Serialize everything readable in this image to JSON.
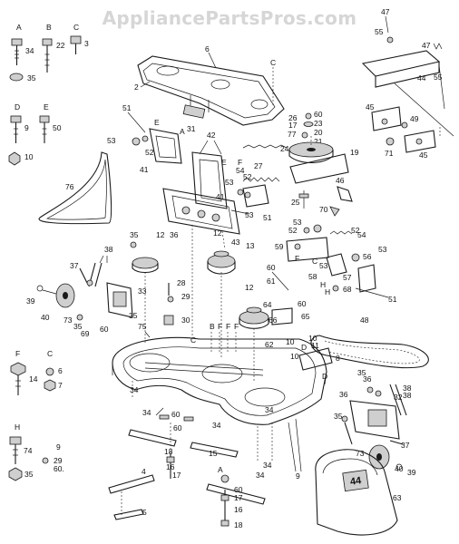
{
  "watermark": "AppliancePartsPros.com",
  "letters": {
    "A": "A",
    "B": "B",
    "C": "C",
    "D": "D",
    "E": "E",
    "F": "F",
    "H": "H"
  },
  "callouts": {
    "n2": "2",
    "n3": "3",
    "n4": "4",
    "n5": "5",
    "n6": "6",
    "n7": "7",
    "n8": "8",
    "n9": "9",
    "n10": "10",
    "n11": "11",
    "n12": "12",
    "n13": "13",
    "n14": "14",
    "n15": "15",
    "n16": "16",
    "n17": "17",
    "n18": "18",
    "n19": "19",
    "n20": "20",
    "n21": "21",
    "n22": "22",
    "n23": "23",
    "n24": "24",
    "n25": "25",
    "n26": "26",
    "n27": "27",
    "n28": "28",
    "n29": "29",
    "n30": "30",
    "n31": "31",
    "n32": "32",
    "n33": "33",
    "n34": "34",
    "n35": "35",
    "n36": "36",
    "n37": "37",
    "n38": "38",
    "n39": "39",
    "n40": "40",
    "n41": "41",
    "n42": "42",
    "n43": "43",
    "n44": "44",
    "n45": "45",
    "n46": "46",
    "n47": "47",
    "n48": "48",
    "n49": "49",
    "n50": "50",
    "n51": "51",
    "n52": "52",
    "n53": "53",
    "n54": "54",
    "n55": "55",
    "n56": "56",
    "n57": "57",
    "n58": "58",
    "n59": "59",
    "n60": "60",
    "n60b": "60.",
    "n61": "61",
    "n62": "62",
    "n63": "63",
    "n64": "64",
    "n65": "65",
    "n66": "66",
    "n68": "68",
    "n69": "69",
    "n70": "70",
    "n71": "71",
    "n73": "73",
    "n74": "74",
    "n75": "75",
    "n76": "76",
    "n77": "77"
  },
  "deck_cover_badge": "44"
}
